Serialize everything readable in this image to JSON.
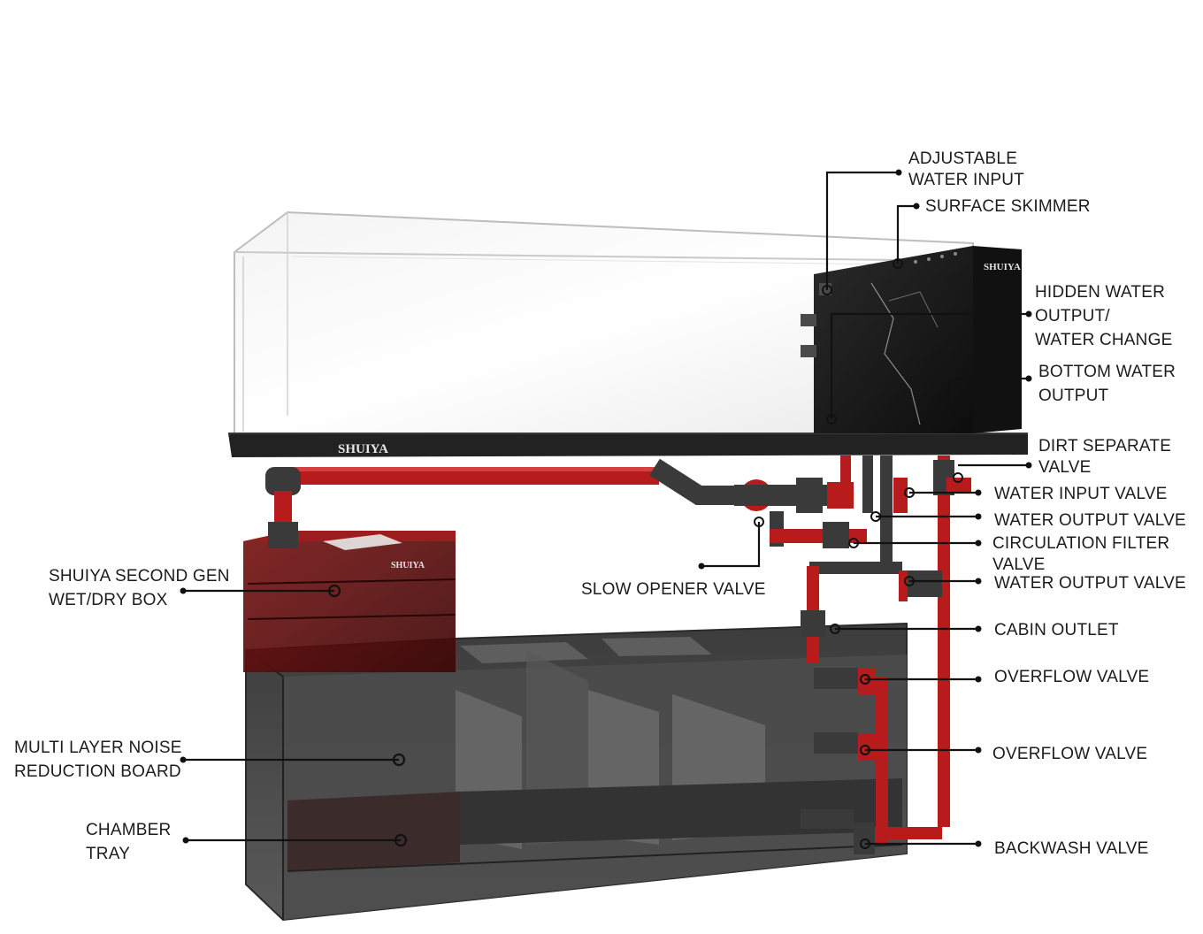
{
  "diagram": {
    "brand_mark": "SHUIYA",
    "box_brand_mark": "SHUIYA",
    "labels": {
      "adjustable_water_input": [
        "ADJUSTABLE",
        "WATER INPUT"
      ],
      "surface_skimmer": [
        "SURFACE SKIMMER"
      ],
      "hidden_water_output": [
        "HIDDEN WATER",
        "OUTPUT/",
        "WATER CHANGE"
      ],
      "bottom_water_output": [
        "BOTTOM WATER",
        "OUTPUT"
      ],
      "dirt_separate_valve": [
        "DIRT SEPARATE",
        "VALVE"
      ],
      "water_input_valve": [
        "WATER INPUT VALVE"
      ],
      "water_output_valve_1": [
        "WATER OUTPUT VALVE"
      ],
      "circulation_filter_valve": [
        "CIRCULATION FILTER",
        "VALVE"
      ],
      "water_output_valve_2": [
        "WATER OUTPUT VALVE"
      ],
      "slow_opener_valve": [
        "SLOW OPENER VALVE"
      ],
      "wet_dry_box": [
        "SHUIYA SECOND GEN",
        "WET/DRY BOX"
      ],
      "cabin_outlet": [
        "CABIN OUTLET"
      ],
      "overflow_valve_1": [
        "OVERFLOW VALVE"
      ],
      "overflow_valve_2": [
        "OVERFLOW VALVE"
      ],
      "noise_board": [
        "MULTI LAYER NOISE",
        "REDUCTION BOARD"
      ],
      "chamber_tray": [
        "CHAMBER",
        "TRAY"
      ],
      "backwash_valve": [
        "BACKWASH VALVE"
      ]
    },
    "colors": {
      "pipe_red": "#b81b1b",
      "pipe_dark": "#3a3a3a",
      "sump_glass": "#4a4a4a",
      "cabinet_black": "#1a1a1a"
    }
  }
}
